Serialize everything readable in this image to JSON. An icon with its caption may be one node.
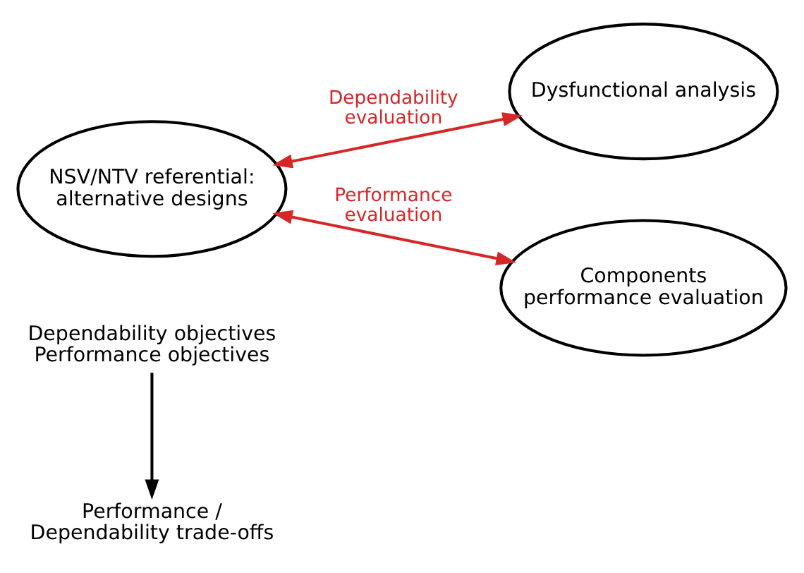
{
  "diagram": {
    "nodes": [
      {
        "text": [
          "Dependability objectives",
          "Performance objectives"
        ]
      },
      {
        "text": [
          "Performance / Dependability trade-offs"
        ]
      },
      {
        "text": [
          "NSV/NTV referential: alternative designs"
        ]
      },
      {
        "text": [
          "Dysfunctional analysis"
        ]
      },
      {
        "text": [
          "Components performance evaluation"
        ]
      }
    ],
    "edges": [
      {
        "from": 0,
        "to": 1,
        "arrow": "to",
        "color": "#000000"
      },
      {
        "from": 2,
        "to": 3,
        "arrow": "both",
        "label": "Dependability evaluation",
        "color": "#d62728"
      },
      {
        "from": 2,
        "to": 4,
        "arrow": "both",
        "label": "Performance evaluation",
        "color": "#d62728"
      }
    ]
  }
}
